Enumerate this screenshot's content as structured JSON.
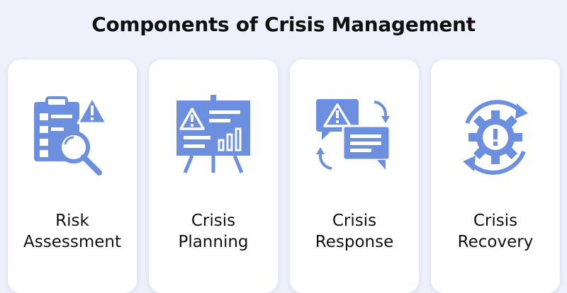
{
  "title": "Components of Crisis Management",
  "colors": {
    "background": "#eef0fb",
    "card": "#ffffff",
    "icon": "#6c8fe0",
    "text": "#111111"
  },
  "cards": [
    {
      "label_line1": "Risk",
      "label_line2": "Assessment",
      "icon": "clipboard-magnifier-warning-icon"
    },
    {
      "label_line1": "Crisis",
      "label_line2": "Planning",
      "icon": "presentation-board-warning-icon"
    },
    {
      "label_line1": "Crisis",
      "label_line2": "Response",
      "icon": "chat-bubbles-warning-icon"
    },
    {
      "label_line1": "Crisis",
      "label_line2": "Recovery",
      "icon": "gear-cycle-warning-icon"
    }
  ]
}
